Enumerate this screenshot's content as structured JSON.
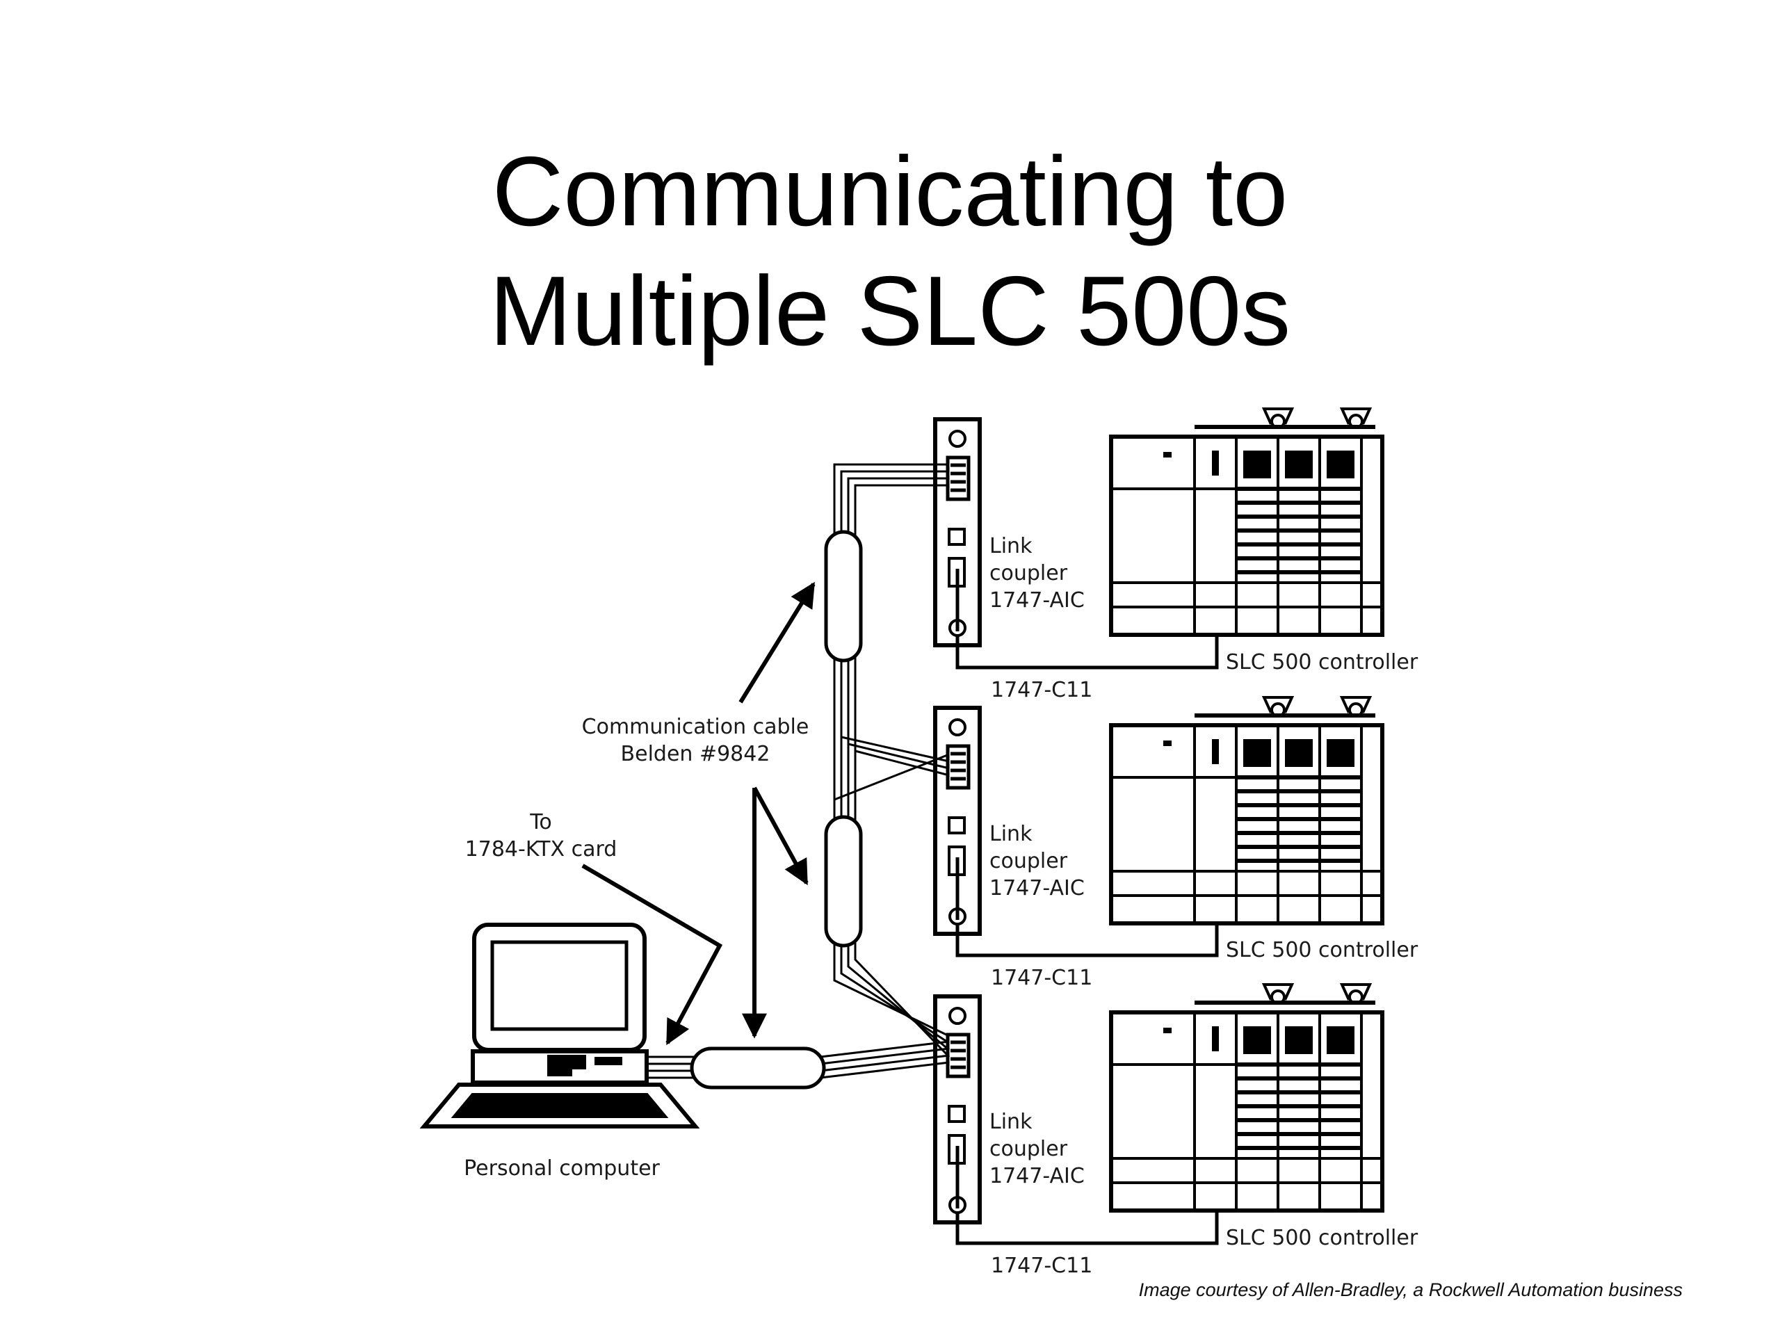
{
  "slide": {
    "title_line1": "Communicating to",
    "title_line2": "Multiple SLC 500s",
    "caption": "Image courtesy of Allen-Bradley, a Rockwell Automation business"
  },
  "diagram": {
    "nodes": {
      "computer": "Personal computer",
      "ktx_label_line1": "To",
      "ktx_label_line2": "1784-KTX card",
      "cable_label_line1": "Communication cable",
      "cable_label_line2": "Belden #9842"
    },
    "stations": [
      {
        "coupler_line1": "Link",
        "coupler_line2": "coupler",
        "coupler_line3": "1747-AIC",
        "cable": "1747-C11",
        "controller": "SLC 500 controller"
      },
      {
        "coupler_line1": "Link",
        "coupler_line2": "coupler",
        "coupler_line3": "1747-AIC",
        "cable": "1747-C11",
        "controller": "SLC 500 controller"
      },
      {
        "coupler_line1": "Link",
        "coupler_line2": "coupler",
        "coupler_line3": "1747-AIC",
        "cable": "1747-C11",
        "controller": "SLC 500 controller"
      }
    ]
  }
}
